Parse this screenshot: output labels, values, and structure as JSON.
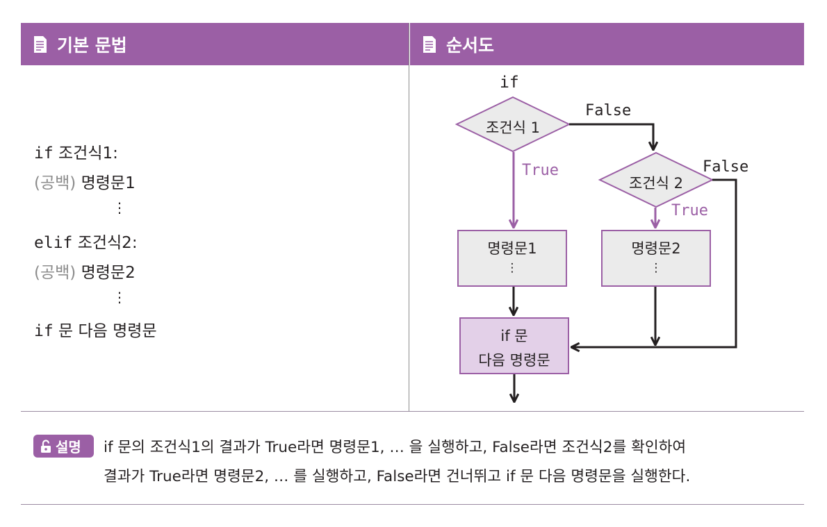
{
  "headers": {
    "left": {
      "title": "기본 문법",
      "icon": "document-icon"
    },
    "right": {
      "title": "순서도",
      "icon": "document-icon"
    }
  },
  "syntax": {
    "line1_kw": "if",
    "line1_rest": "조건식1:",
    "line2_pad": "(공백)",
    "line2_rest": "명령문1",
    "dots1": "⋮",
    "line3_kw": "elif",
    "line3_rest": "조건식2:",
    "line4_pad": "(공백)",
    "line4_rest": "명령문2",
    "dots2": "⋮",
    "line5_kw": "if",
    "line5_rest": "문 다음 명령문"
  },
  "flowchart": {
    "if_label": "if",
    "cond1": "조건식 1",
    "cond2": "조건식 2",
    "false1": "False",
    "false2": "False",
    "true1": "True",
    "true2": "True",
    "box1": "명령문1",
    "box1_dots": "⋮",
    "box2": "명령문2",
    "box2_dots": "⋮",
    "final_line1": "if 문",
    "final_line2": "다음 명령문",
    "colors": {
      "purple": "#9b5fa5",
      "box_fill": "#ebebeb",
      "final_fill": "#e3d0e8",
      "arrow": "#231f20"
    }
  },
  "explanation": {
    "badge": "설명",
    "badge_icon": "unlock-icon",
    "line1": "if 문의 조건식1의 결과가 True라면 명령문1, … 을 실행하고, False라면 조건식2를 확인하여",
    "line2": "결과가 True라면 명령문2, … 를 실행하고, False라면 건너뛰고 if 문 다음 명령문을 실행한다."
  }
}
